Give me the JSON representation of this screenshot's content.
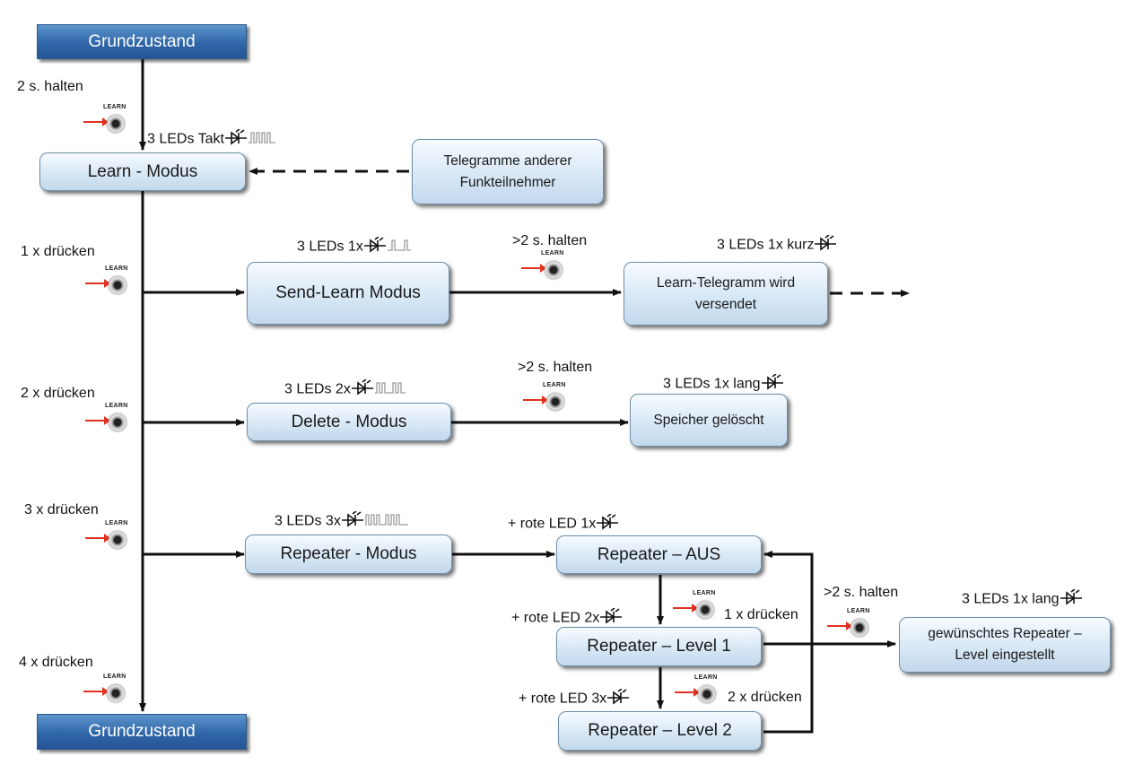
{
  "nodes": {
    "start": "Grundzustand",
    "learn": "Learn - Modus",
    "telegrams": [
      "Telegramme anderer",
      "Funkteilnehmer"
    ],
    "send_learn": "Send-Learn Modus",
    "learn_telegram": [
      "Learn-Telegramm wird",
      "versendet"
    ],
    "delete": "Delete - Modus",
    "memory_cleared": "Speicher gelöscht",
    "repeater": "Repeater - Modus",
    "rep_off": "Repeater – AUS",
    "rep_l1": "Repeater – Level 1",
    "rep_l2": "Repeater – Level 2",
    "rep_set": [
      "gewünschtes Repeater –",
      "Level eingestellt"
    ],
    "end": "Grundzustand"
  },
  "labels": {
    "hold2": "2 s. halten",
    "learn_led": "3 LEDs Takt",
    "press1": "1 x drücken",
    "send_led": "3 LEDs  1x",
    "hold_send": ">2 s. halten",
    "sent_led": "3 LEDs  1x kurz",
    "press2": "2 x drücken",
    "delete_led": "3 LEDs  2x",
    "hold_delete": ">2 s. halten",
    "cleared_led": "3 LEDs  1x lang",
    "press3": "3 x drücken",
    "rep_led": "3 LEDs  3x",
    "red1": "+ rote LED 1x",
    "red2": "+ rote LED 2x",
    "red3": "+ rote LED 3x",
    "press_l1": "1 x drücken",
    "press_l2": "2 x drücken",
    "hold_rep": ">2 s. halten",
    "set_led": "3 LEDs  1x lang",
    "press4": "4 x drücken"
  },
  "learn_button_caption": "LEARN",
  "colors": {
    "box_border": "#6f8fa8",
    "dark_box": "#2f66a8",
    "arrow_red": "#e0321f"
  }
}
